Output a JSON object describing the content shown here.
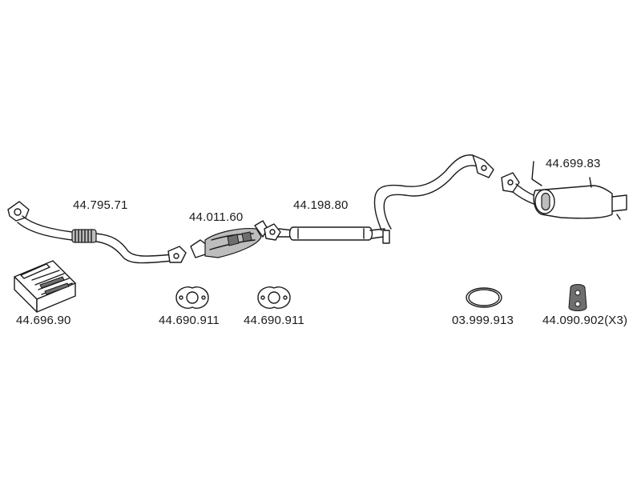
{
  "diagram": {
    "parts": [
      {
        "id": "front-pipe",
        "part_number": "44.795.71"
      },
      {
        "id": "catalytic-converter",
        "part_number": "44.011.60"
      },
      {
        "id": "center-silencer",
        "part_number": "44.198.80"
      },
      {
        "id": "rear-silencer",
        "part_number": "44.699.83"
      },
      {
        "id": "mounting-kit",
        "part_number": "44.696.90"
      },
      {
        "id": "gasket-1",
        "part_number": "44.690.911"
      },
      {
        "id": "gasket-2",
        "part_number": "44.690.911"
      },
      {
        "id": "seal-ring",
        "part_number": "03.999.913"
      },
      {
        "id": "rubber-hanger",
        "part_number": "44.090.902(X3)"
      }
    ]
  }
}
